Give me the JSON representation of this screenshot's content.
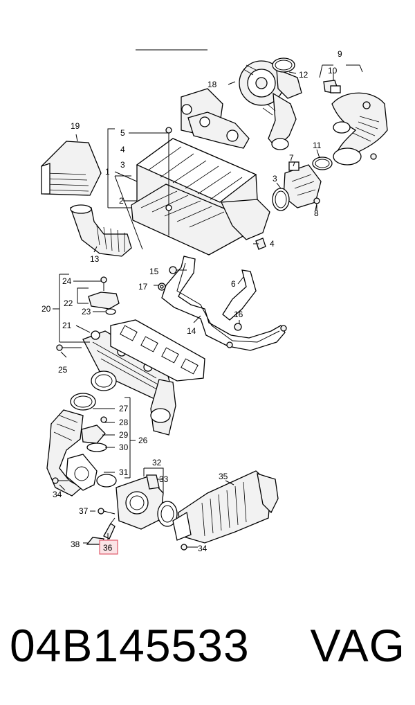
{
  "diagram": {
    "callouts": [
      "1",
      "2",
      "3",
      "4",
      "5",
      "6",
      "7",
      "8",
      "9",
      "10",
      "11",
      "12",
      "13",
      "14",
      "15",
      "16",
      "17",
      "18",
      "19",
      "20",
      "21",
      "22",
      "23",
      "24",
      "25",
      "26",
      "27",
      "28",
      "29",
      "30",
      "31",
      "32",
      "33",
      "34",
      "35",
      "36",
      "37",
      "38"
    ],
    "highlighted_callout": "36",
    "highlight_color": "#e05a6a",
    "extra_labels": {
      "l3b": "3",
      "l4b": "4",
      "l34b": "34"
    }
  },
  "footer": {
    "part_number": "04B145533",
    "brand": "VAG"
  }
}
